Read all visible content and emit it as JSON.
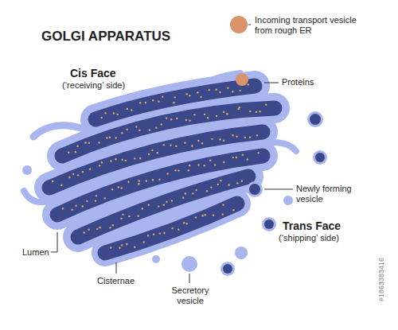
{
  "diagram": {
    "title": "GOLGI APPARATUS",
    "labels": [
      "Cis Face",
      "(‘receiving’ side)",
      "Incoming transport vesicle from rough ER",
      "Proteins",
      "Newly forming vesicle",
      "Trans Face",
      "(‘shipping’ side)",
      "Lumen",
      "Cisternae",
      "Secretory vesicle",
      "#1863383416"
    ]
  }
}
